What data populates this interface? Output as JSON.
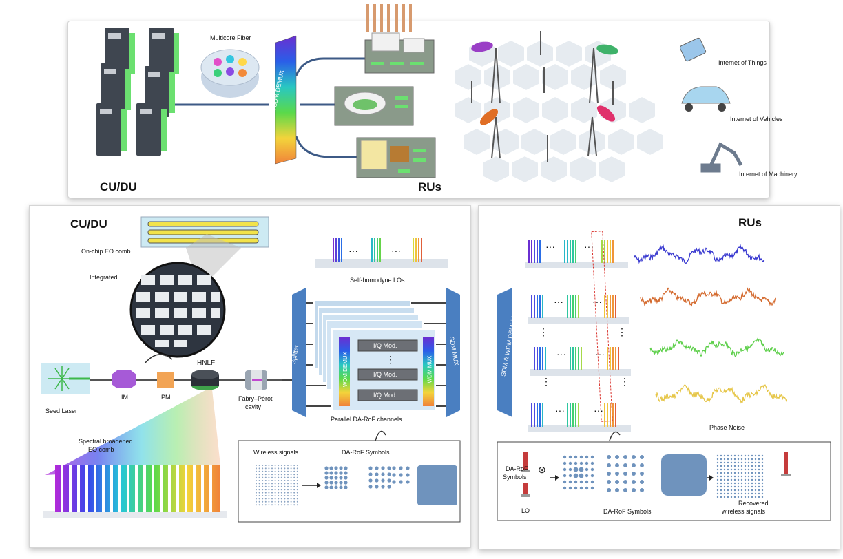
{
  "top": {
    "cu_du": "CU/DU",
    "rus": "RUs",
    "multicore_fiber": "Multicore Fiber",
    "demux": "WDM & SDM DEMUX",
    "iot": "Internet of Things",
    "iov": "Internet of Vehicles",
    "iom": "Internet of Machinery"
  },
  "left": {
    "title": "CU/DU",
    "on_chip": "On-chip EO comb",
    "integrated": "Integrated",
    "seed_laser": "Seed Laser",
    "im": "IM",
    "pm": "PM",
    "hnlf": "HNLF",
    "fp": "Fabry–Pérot",
    "fp2": "cavity",
    "self_homodyne": "Self-homodyne LOs",
    "splitter": "Splitter",
    "sdm_mux": "SDM MUX",
    "wdm_demux": "WDM DEMUX",
    "wdm_mux": "WDM MUX",
    "iq_mod": "I/Q Mod.",
    "parallel": "Parallel DA-RoF channels",
    "spectral1": "Spectral broadened",
    "spectral2": "EO comb",
    "wireless_signals": "Wireless signals",
    "darof_symbols": "DA-RoF Symbols",
    "dots": "···",
    "vdots": "⋮"
  },
  "right": {
    "title": "RUs",
    "demux": "SDM & WDM DEMUX",
    "phase_noise": "Phase Noise",
    "darof1": "DA-RoF",
    "darof2": "Symbols",
    "otimes": "⊗",
    "lo": "LO",
    "darof_symbols": "DA-RoF Symbols",
    "recovered1": "Recovered",
    "recovered2": "wireless  signals",
    "dots": "···",
    "vdots": "⋮"
  },
  "colors": {
    "blue_wave": "#3a3ad0",
    "orange_wave": "#d46a2e",
    "green_wave": "#5dcf4a",
    "yellow_wave": "#e6c648",
    "mux_blue": "#4a7fc1",
    "constellation": "#6f93bd"
  }
}
